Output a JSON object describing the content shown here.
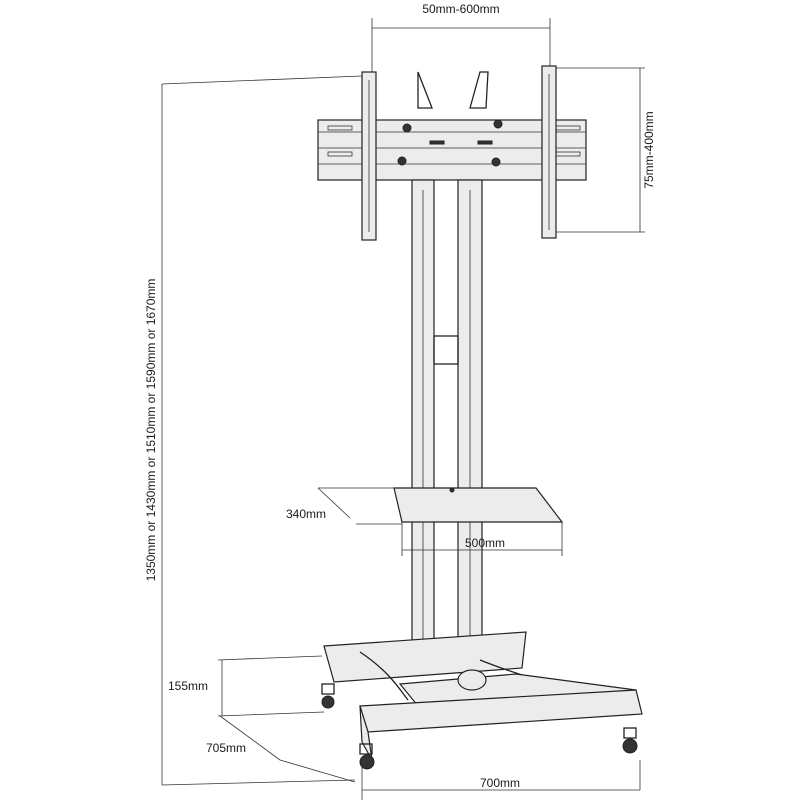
{
  "dimensions": {
    "vesa_width": "50mm-600mm",
    "vesa_height": "75mm-400mm",
    "total_height": "1350mm or 1430mm or 1510mm or 1590mm or 1670mm",
    "shelf_depth": "340mm",
    "shelf_width": "500mm",
    "base_height": "155mm",
    "base_depth": "705mm",
    "base_width": "700mm"
  }
}
